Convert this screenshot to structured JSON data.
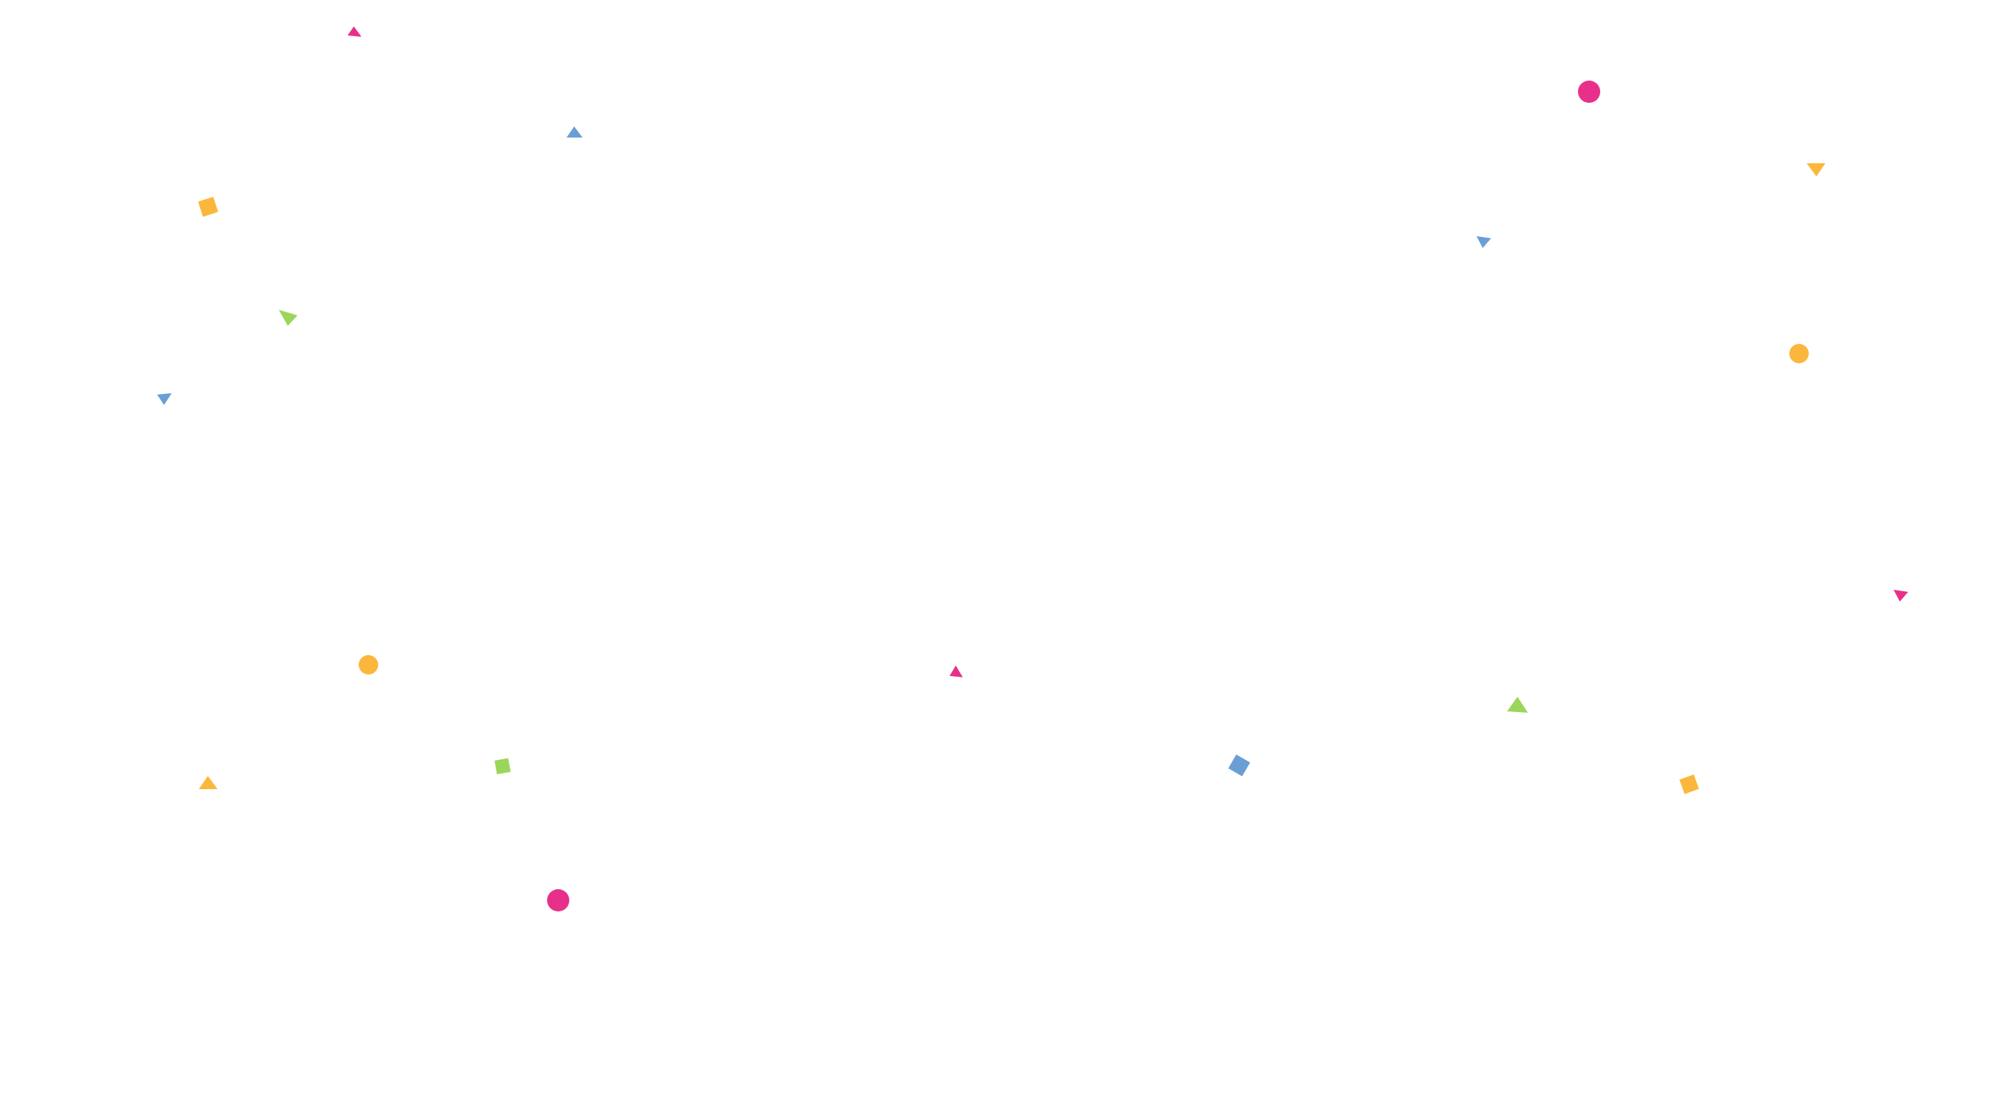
{
  "palette": {
    "background": "#ffffff",
    "pink": "#e8308a",
    "blue": "#6a9fd6",
    "orange": "#fbb73c",
    "green": "#9bd65a"
  },
  "confetti": {
    "shape_kinds": [
      "circle",
      "square",
      "triangle"
    ]
  }
}
